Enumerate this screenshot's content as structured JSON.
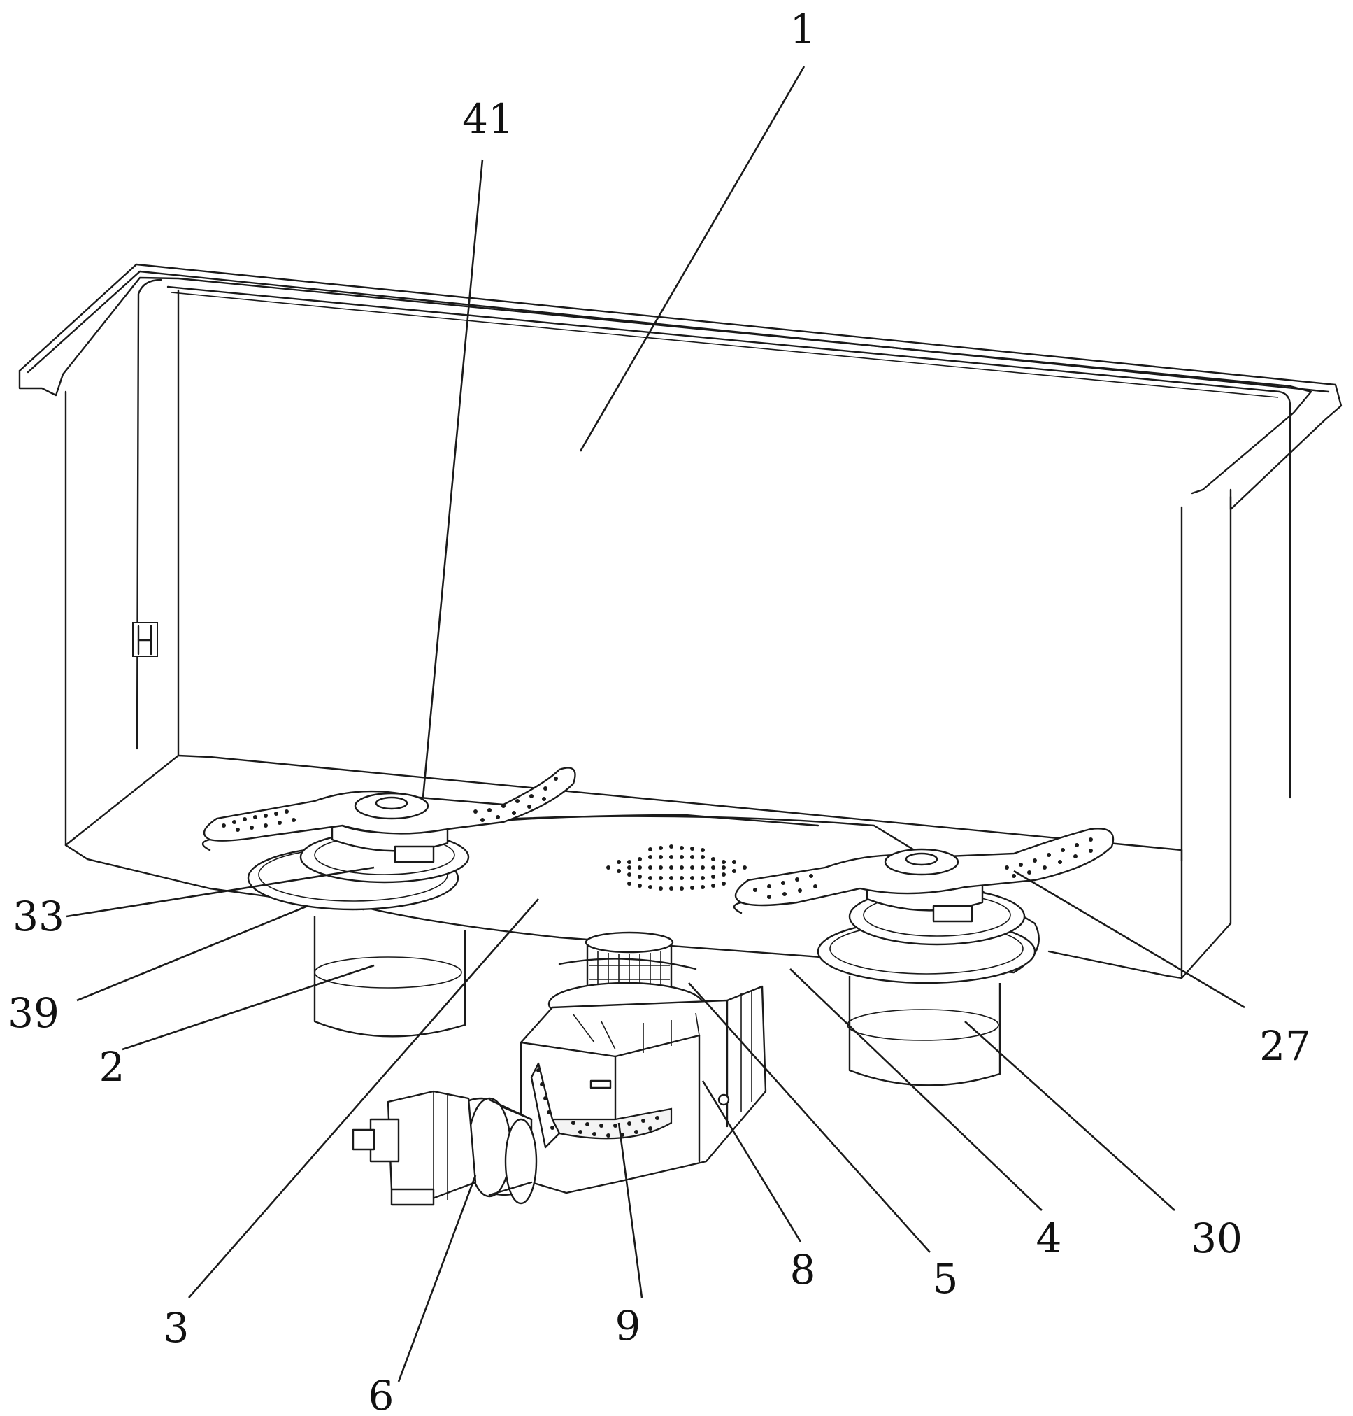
{
  "callouts": [
    {
      "id": "1",
      "text": "1"
    },
    {
      "id": "41",
      "text": "41"
    },
    {
      "id": "33",
      "text": "33"
    },
    {
      "id": "39",
      "text": "39"
    },
    {
      "id": "2",
      "text": "2"
    },
    {
      "id": "3",
      "text": "3"
    },
    {
      "id": "6",
      "text": "6"
    },
    {
      "id": "9",
      "text": "9"
    },
    {
      "id": "8",
      "text": "8"
    },
    {
      "id": "5",
      "text": "5"
    },
    {
      "id": "4",
      "text": "4"
    },
    {
      "id": "30",
      "text": "30"
    },
    {
      "id": "27",
      "text": "27"
    }
  ],
  "colors": {
    "ink": "#1a1a1a",
    "background": "#ffffff"
  }
}
